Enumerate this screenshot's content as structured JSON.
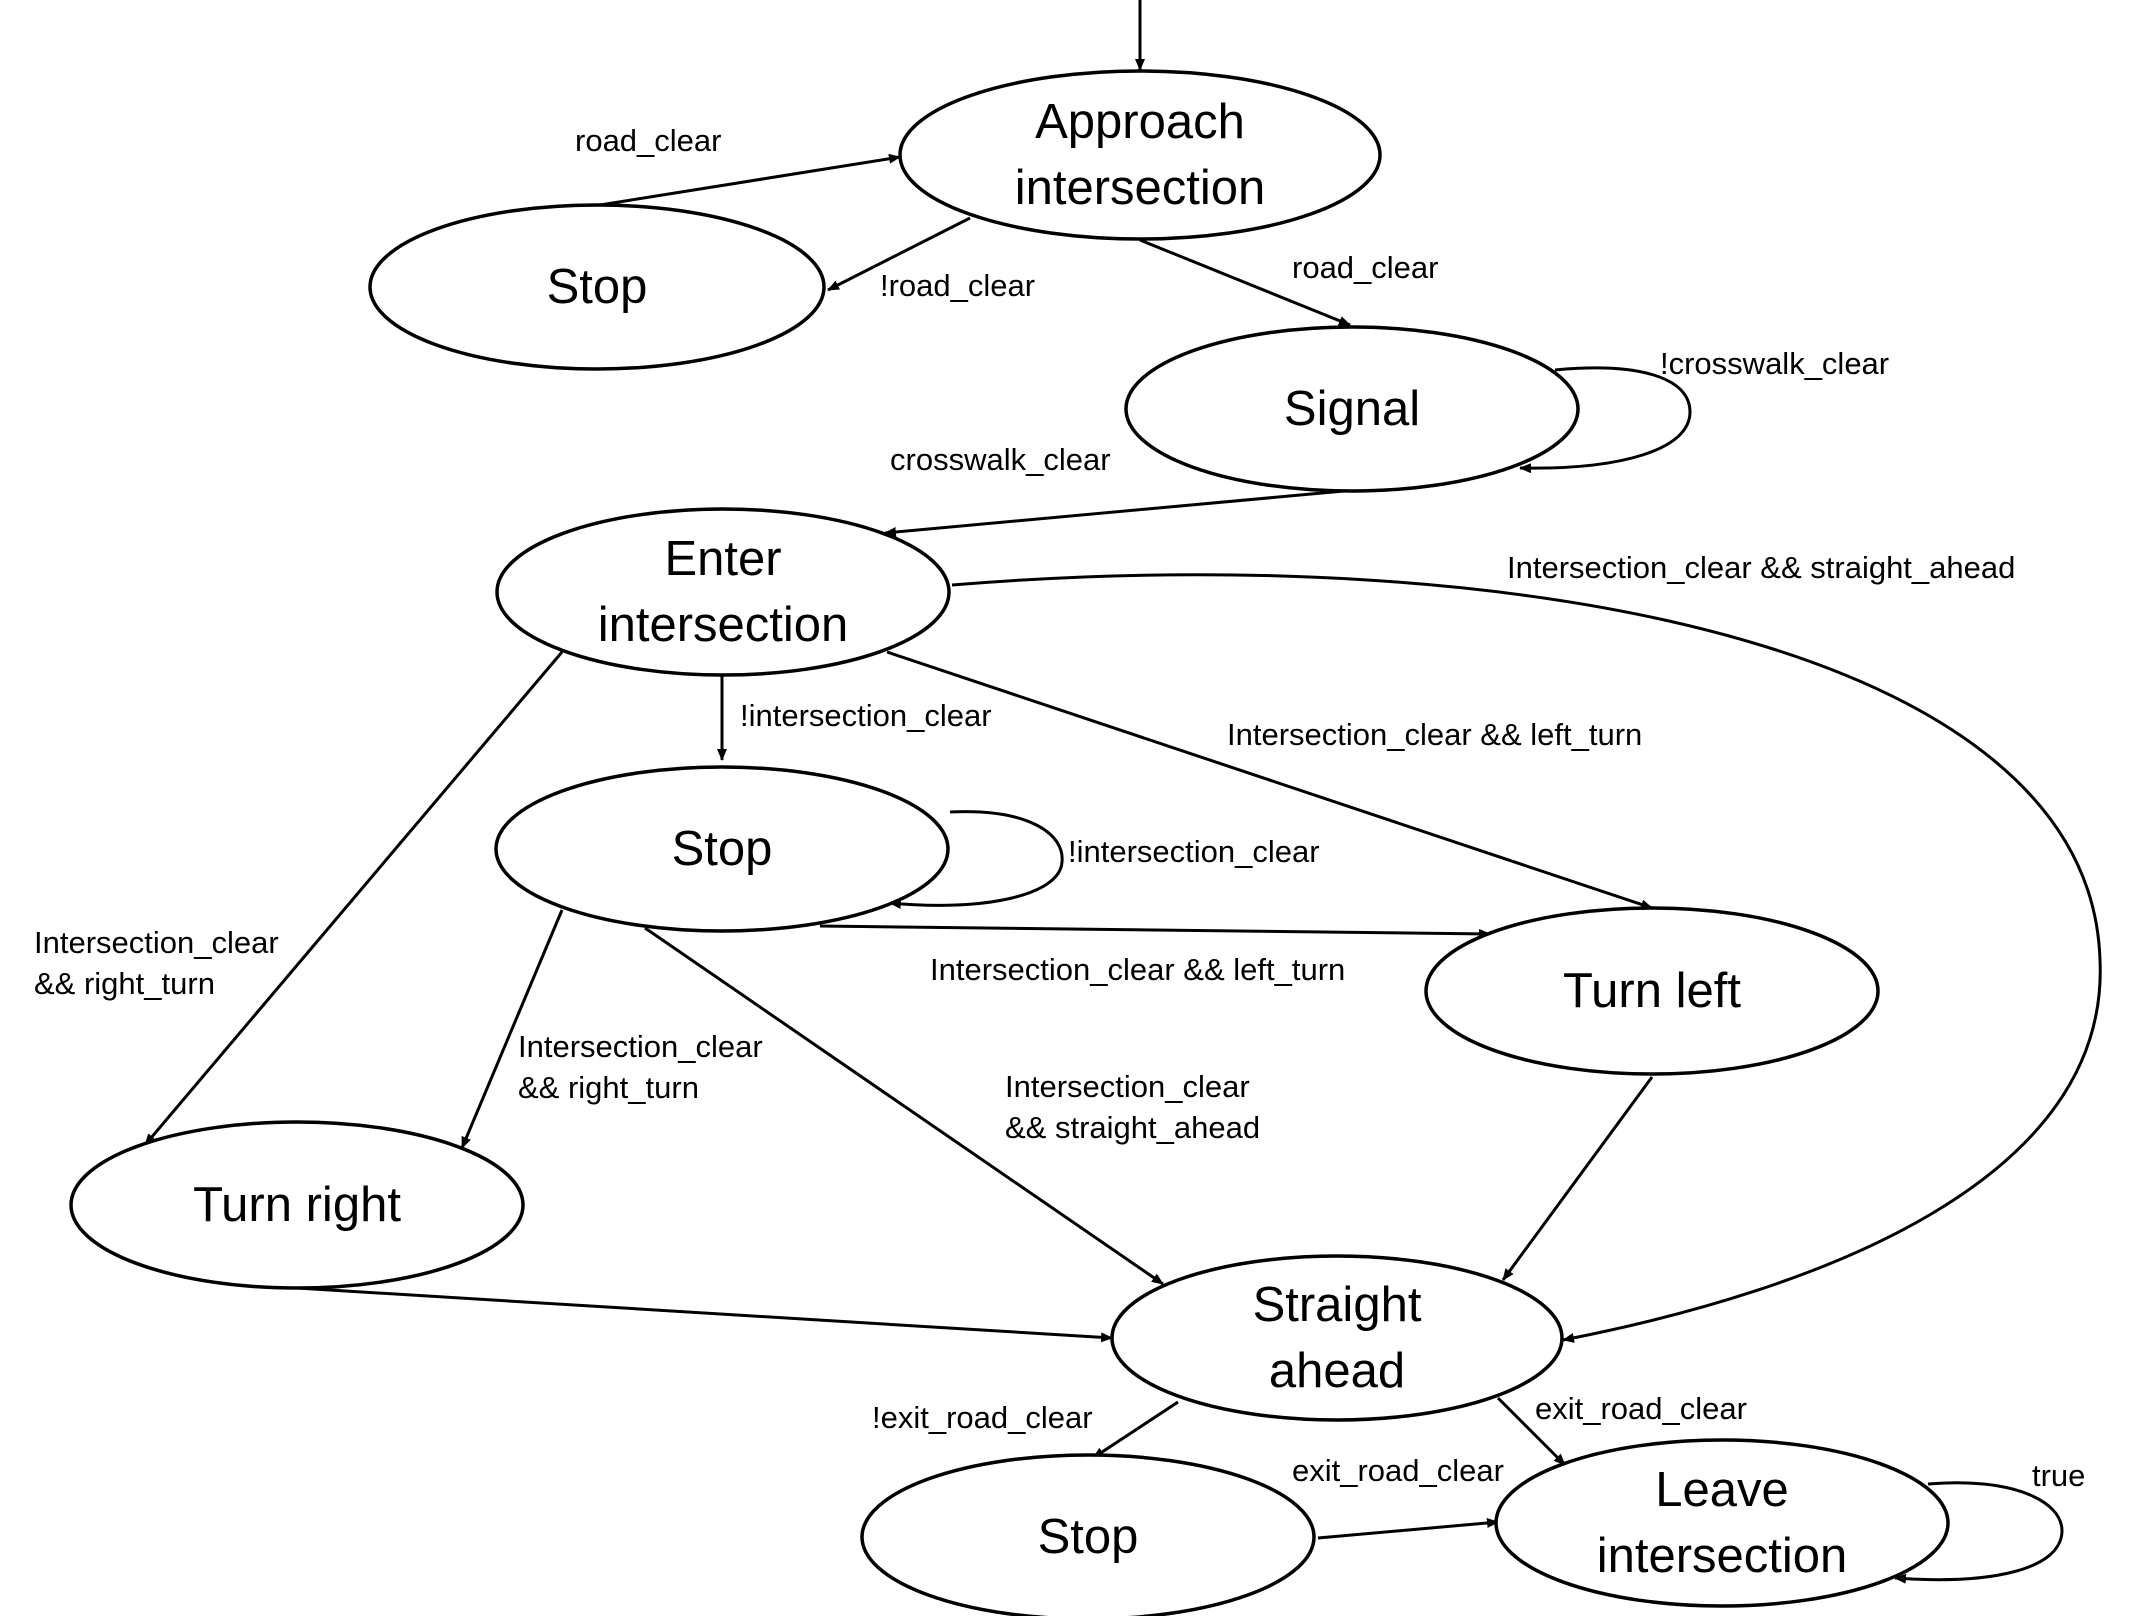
{
  "colors": {
    "stroke": "#000000",
    "background": "#ffffff",
    "text": "#000000"
  },
  "states": {
    "approach": {
      "lines": [
        "Approach",
        "intersection"
      ]
    },
    "stop_top": {
      "lines": [
        "Stop"
      ]
    },
    "signal": {
      "lines": [
        "Signal"
      ]
    },
    "enter": {
      "lines": [
        "Enter",
        "intersection"
      ]
    },
    "stop_mid": {
      "lines": [
        "Stop"
      ]
    },
    "turn_left": {
      "lines": [
        "Turn left"
      ]
    },
    "turn_right": {
      "lines": [
        "Turn right"
      ]
    },
    "straight": {
      "lines": [
        "Straight",
        "ahead"
      ]
    },
    "stop_bottom": {
      "lines": [
        "Stop"
      ]
    },
    "leave": {
      "lines": [
        "Leave",
        "intersection"
      ]
    }
  },
  "transitions": {
    "stop_top_to_approach": {
      "label": [
        "road_clear"
      ]
    },
    "approach_to_stop_top": {
      "label": [
        "!road_clear"
      ]
    },
    "approach_to_signal": {
      "label": [
        "road_clear"
      ]
    },
    "signal_self": {
      "label": [
        "!crosswalk_clear"
      ]
    },
    "signal_to_enter": {
      "label": [
        "crosswalk_clear"
      ]
    },
    "enter_to_straight": {
      "label": [
        "Intersection_clear && straight_ahead"
      ]
    },
    "enter_to_stop_mid": {
      "label": [
        "!intersection_clear"
      ]
    },
    "enter_to_turn_left": {
      "label": [
        "Intersection_clear && left_turn"
      ]
    },
    "stop_mid_self": {
      "label": [
        "!intersection_clear"
      ]
    },
    "enter_to_turn_right": {
      "label": [
        "Intersection_clear",
        "&& right_turn"
      ]
    },
    "stop_mid_to_turn_left": {
      "label": [
        "Intersection_clear && left_turn"
      ]
    },
    "stop_mid_to_turn_right": {
      "label": [
        "Intersection_clear",
        "&& right_turn"
      ]
    },
    "stop_mid_to_straight": {
      "label": [
        "Intersection_clear",
        "&& straight_ahead"
      ]
    },
    "straight_to_stop_bottom": {
      "label": [
        "!exit_road_clear"
      ]
    },
    "straight_to_leave": {
      "label": [
        "exit_road_clear"
      ]
    },
    "stop_bottom_to_leave": {
      "label": [
        "exit_road_clear"
      ]
    },
    "leave_self": {
      "label": [
        "true"
      ]
    }
  }
}
